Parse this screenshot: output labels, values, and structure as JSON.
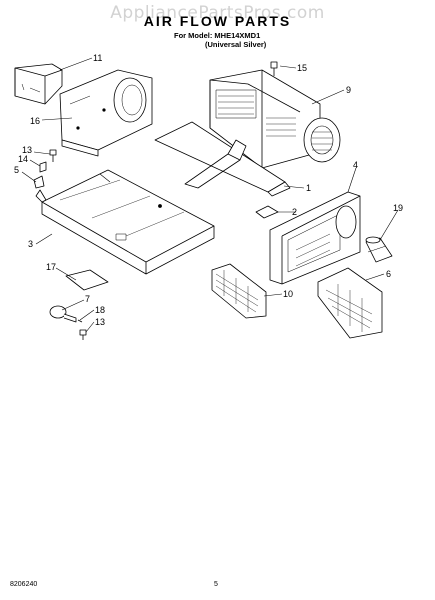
{
  "watermark": "AppliancePartsPros.com",
  "title": "AIR FLOW PARTS",
  "model_line": "For Model: MHE14XMD1",
  "variant_line": "(Universal Silver)",
  "callouts": {
    "c1": "1",
    "c2": "2",
    "c3": "3",
    "c4": "4",
    "c5": "5",
    "c6": "6",
    "c7": "7",
    "c9": "9",
    "c10": "10",
    "c11": "11",
    "c13a": "13",
    "c13b": "13",
    "c14": "14",
    "c15": "15",
    "c16": "16",
    "c17": "17",
    "c18": "18",
    "c19": "19"
  },
  "footer": {
    "doc_number": "8206240",
    "page_number": "5"
  }
}
